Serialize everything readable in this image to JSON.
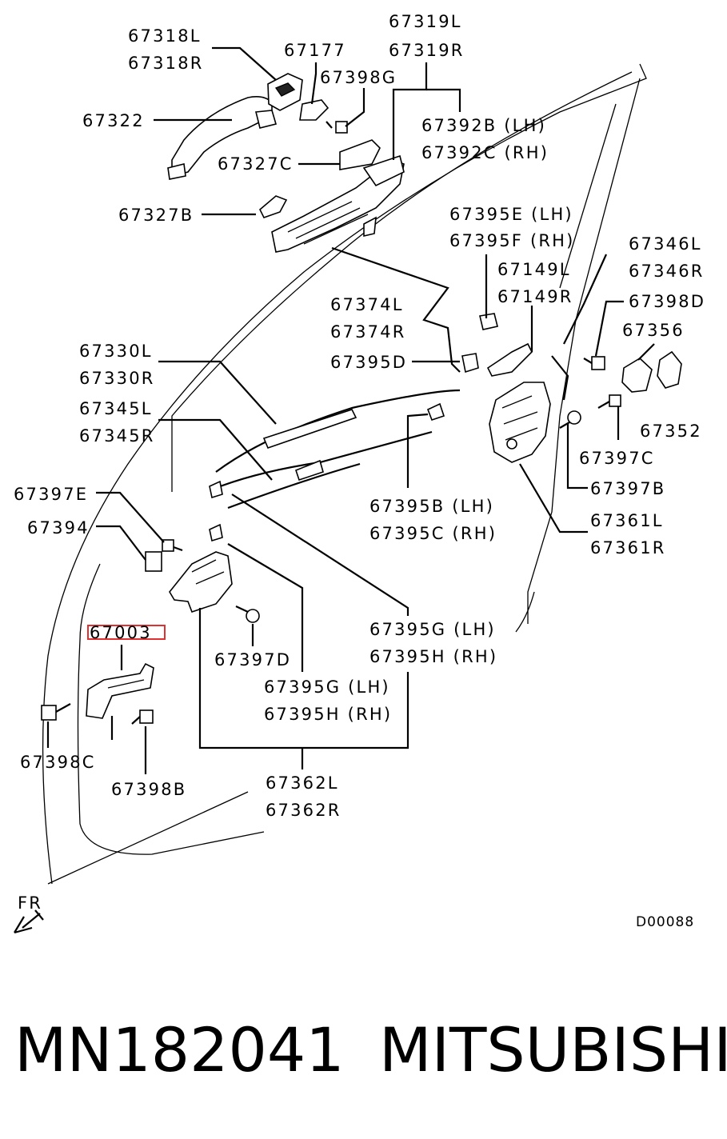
{
  "callouts": {
    "c67318": [
      "67318L",
      "67318R"
    ],
    "c67177": "67177",
    "c67319": [
      "67319L",
      "67319R"
    ],
    "c67398G": "67398G",
    "c67322": "67322",
    "c67392": [
      "67392B (LH)",
      "67392C (RH)"
    ],
    "c67327C": "67327C",
    "c67327B": "67327B",
    "c67395E": [
      "67395E (LH)",
      "67395F (RH)"
    ],
    "c67346": [
      "67346L",
      "67346R"
    ],
    "c67149": [
      "67149L",
      "67149R"
    ],
    "c67398D": "67398D",
    "c67374": [
      "67374L",
      "67374R"
    ],
    "c67356": "67356",
    "c67330": [
      "67330L",
      "67330R"
    ],
    "c67395D": "67395D",
    "c67345": [
      "67345L",
      "67345R"
    ],
    "c67352": "67352",
    "c67397C": "67397C",
    "c67397E": "67397E",
    "c67397B": "67397B",
    "c67394": "67394",
    "c67395B": [
      "67395B (LH)",
      "67395C (RH)"
    ],
    "c67361": [
      "67361L",
      "67361R"
    ],
    "c67003": "67003",
    "c67395G_upper": [
      "67395G (LH)",
      "67395H (RH)"
    ],
    "c67397D": "67397D",
    "c67395G_lower": [
      "67395G (LH)",
      "67395H (RH)"
    ],
    "c67398C": "67398C",
    "c67398B": "67398B",
    "c67362": [
      "67362L",
      "67362R"
    ],
    "fr": "FR",
    "diagram_code": "D00088"
  },
  "highlight_color": "#e03030",
  "footer": {
    "part_number": "MN182041",
    "brand": "MITSUBISHI"
  }
}
